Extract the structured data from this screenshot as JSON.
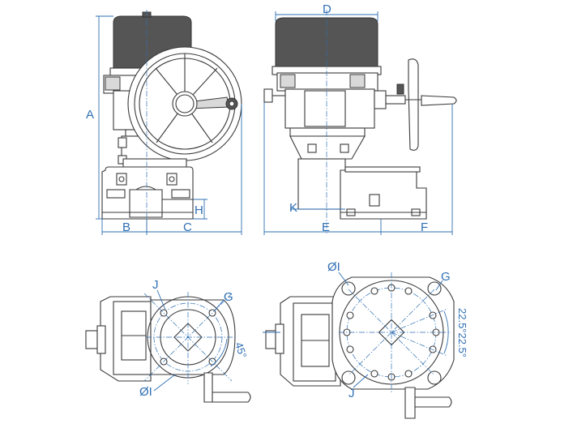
{
  "colors": {
    "line": "#3a3a3a",
    "dimension": "#2f6fb3",
    "motor": "#555555",
    "background": "#ffffff"
  },
  "labels": {
    "A": "A",
    "B": "B",
    "C": "C",
    "H": "H",
    "D": "D",
    "K": "K",
    "E": "E",
    "F": "F",
    "bottom_left_J": "J",
    "bottom_left_G": "G",
    "bottom_left_phiI": "ØI",
    "bottom_left_angle": "45°",
    "bottom_right_phiI": "ØI",
    "bottom_right_G": "G",
    "bottom_right_J": "J",
    "bottom_right_angle": "22.5°22.5°"
  }
}
